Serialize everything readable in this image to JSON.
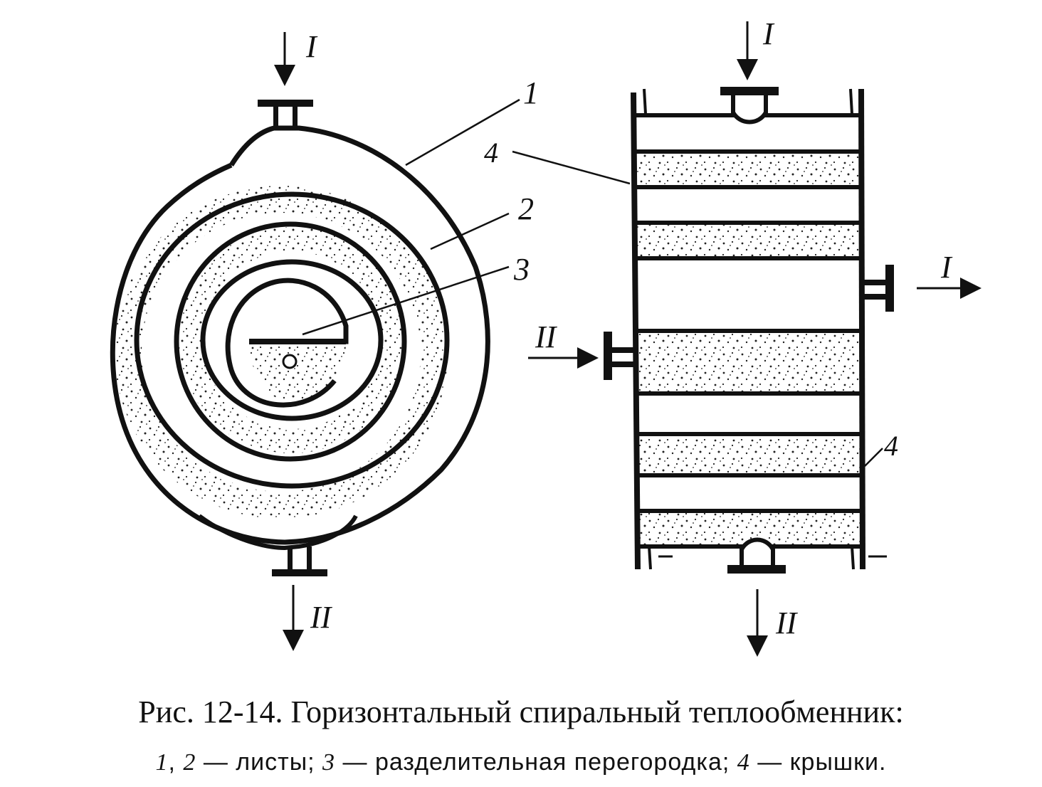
{
  "labels": {
    "stream_one": "I",
    "stream_two": "II",
    "part_1": "1",
    "part_2": "2",
    "part_3": "3",
    "part_4": "4"
  },
  "caption": {
    "title": "Рис. 12-14. Горизонтальный спиральный теплообменник:",
    "legend": {
      "n1": "1",
      "sep1": ", ",
      "n2": "2",
      "t1": " — листы; ",
      "n3": "3",
      "t2": " — разделительная перегородка; ",
      "n4": "4",
      "t3": " — крышки."
    }
  }
}
